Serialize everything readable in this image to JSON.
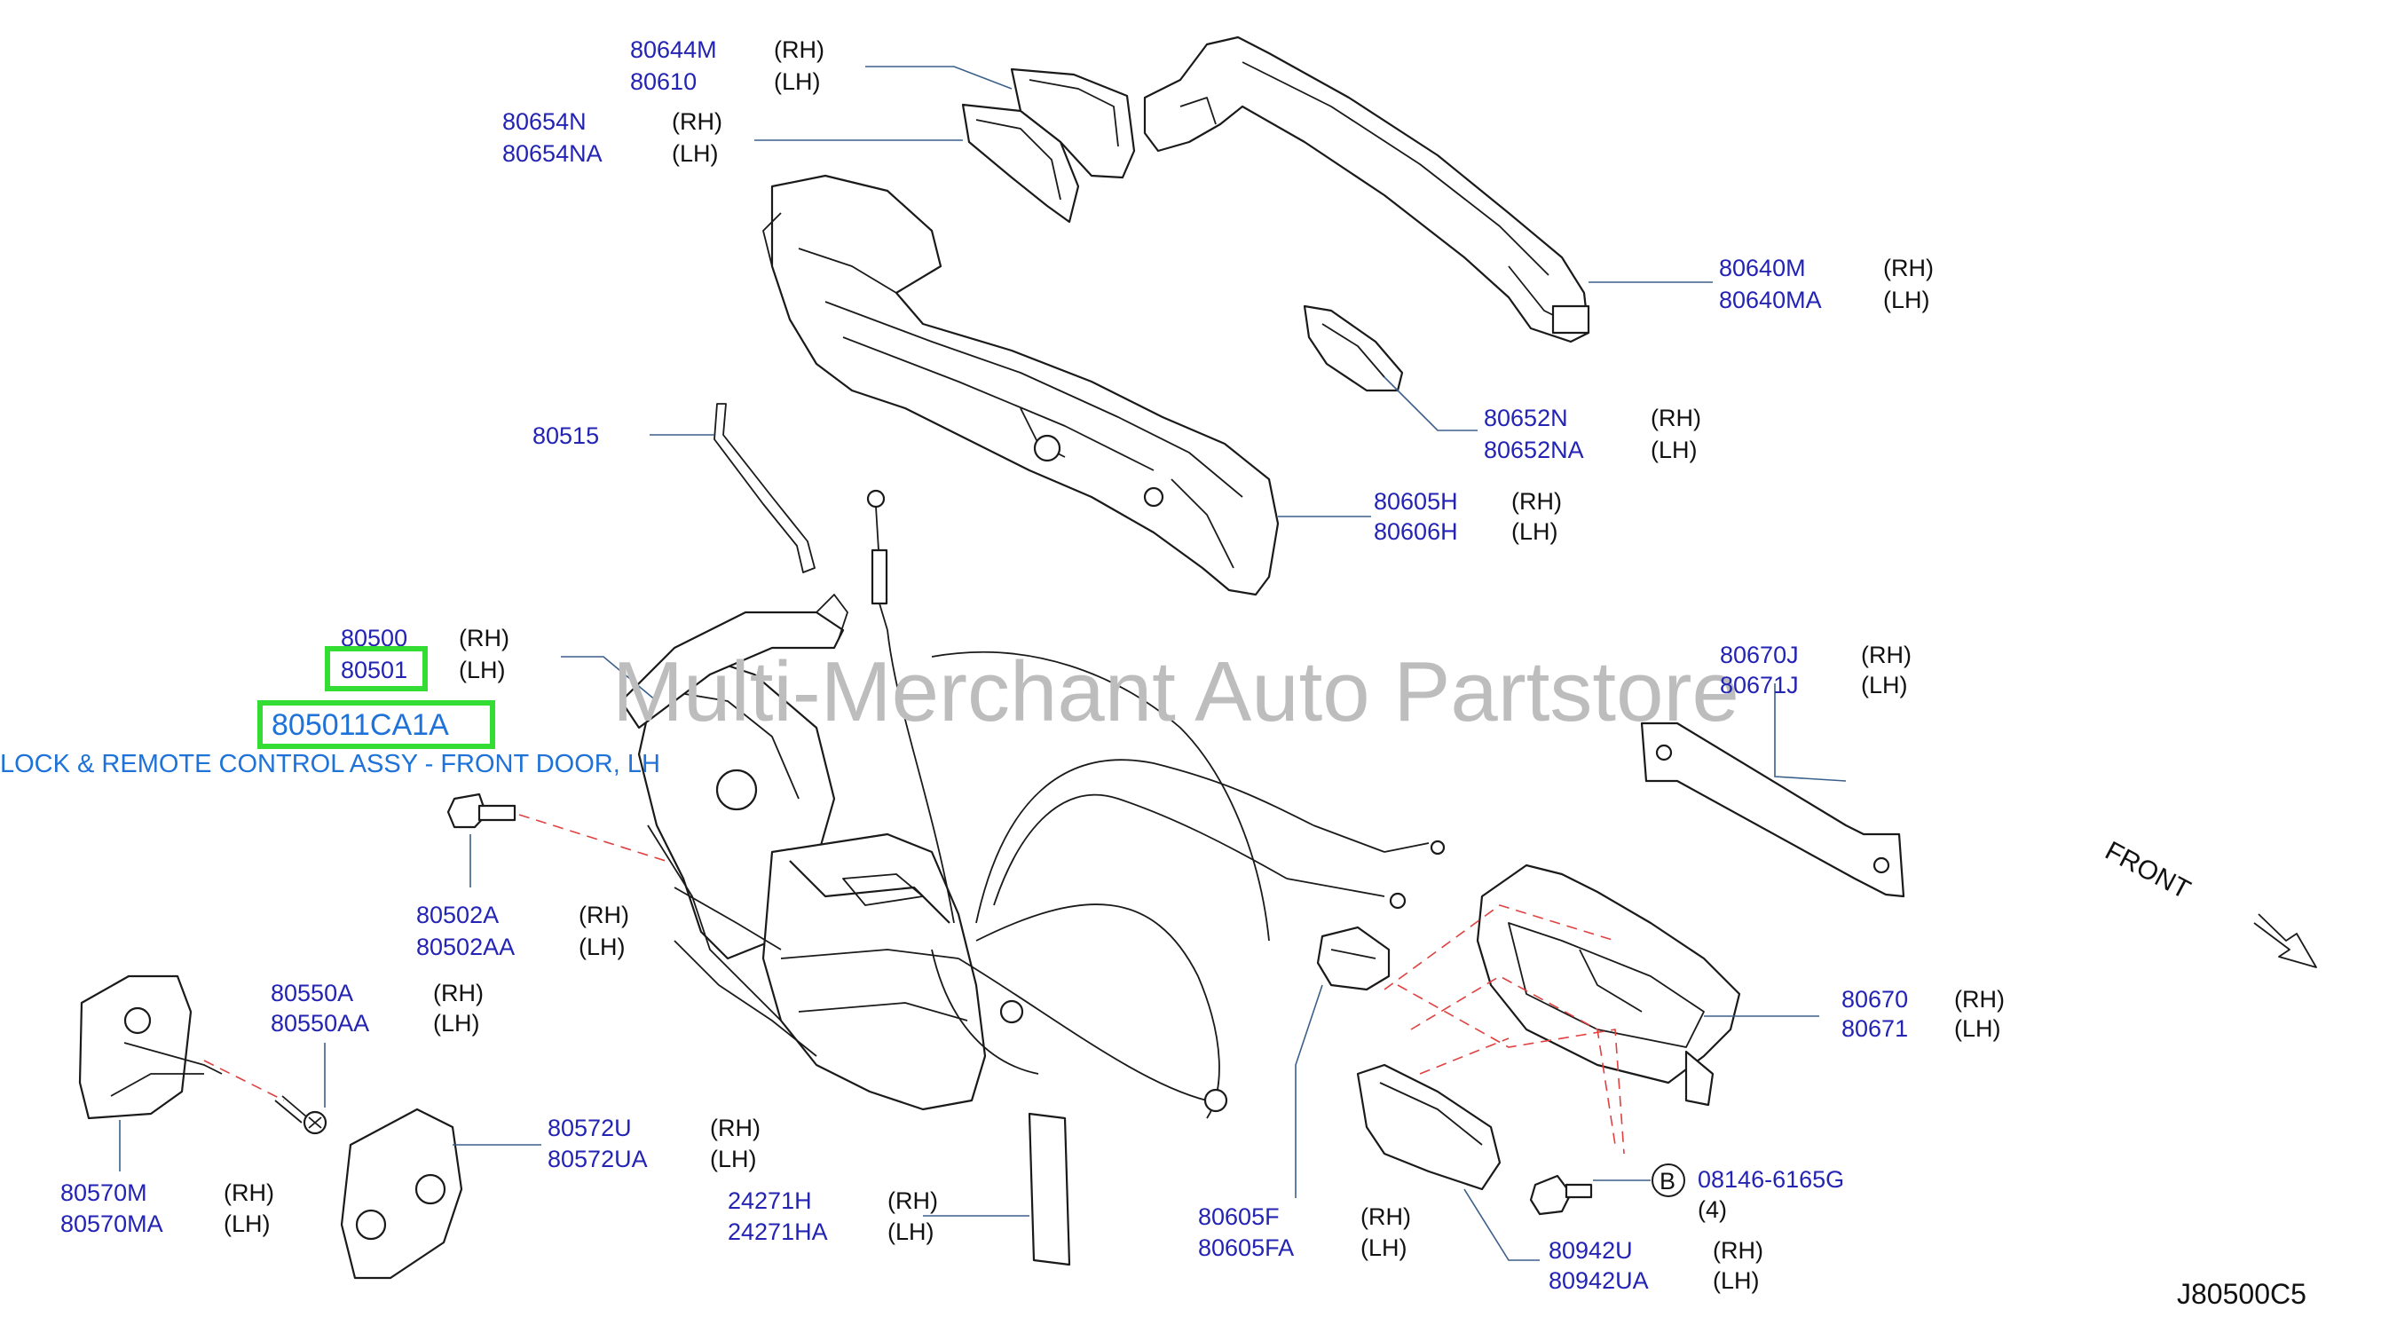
{
  "watermark": "Multi-Merchant Auto Partstore",
  "highlight": {
    "part_number": "805011CA1A",
    "description": "LOCK & REMOTE CONTROL ASSY - FRONT DOOR, LH",
    "color": "#33dd33"
  },
  "diagram_code": "J80500C5",
  "front_label": "FRONT",
  "circle_label": "B",
  "callouts": {
    "c80644": {
      "rh": "80644M",
      "lh": "80610",
      "rh_tag": "(RH)",
      "lh_tag": "(LH)"
    },
    "c80654": {
      "rh": "80654N",
      "lh": "80654NA",
      "rh_tag": "(RH)",
      "lh_tag": "(LH)"
    },
    "c80640": {
      "rh": "80640M",
      "lh": "80640MA",
      "rh_tag": "(RH)",
      "lh_tag": "(LH)"
    },
    "c80652": {
      "rh": "80652N",
      "lh": "80652NA",
      "rh_tag": "(RH)",
      "lh_tag": "(LH)"
    },
    "c80515": {
      "pn": "80515"
    },
    "c80605h": {
      "rh": "80605H",
      "lh": "80606H",
      "rh_tag": "(RH)",
      "lh_tag": "(LH)"
    },
    "c80500": {
      "rh": "80500",
      "lh": "80501",
      "rh_tag": "(RH)",
      "lh_tag": "(LH)"
    },
    "c80670j": {
      "rh": "80670J",
      "lh": "80671J",
      "rh_tag": "(RH)",
      "lh_tag": "(LH)"
    },
    "c80502": {
      "rh": "80502A",
      "lh": "80502AA",
      "rh_tag": "(RH)",
      "lh_tag": "(LH)"
    },
    "c80550": {
      "rh": "80550A",
      "lh": "80550AA",
      "rh_tag": "(RH)",
      "lh_tag": "(LH)"
    },
    "c80670": {
      "rh": "80670",
      "lh": "80671",
      "rh_tag": "(RH)",
      "lh_tag": "(LH)"
    },
    "c80572": {
      "rh": "80572U",
      "lh": "80572UA",
      "rh_tag": "(RH)",
      "lh_tag": "(LH)"
    },
    "c80570": {
      "rh": "80570M",
      "lh": "80570MA",
      "rh_tag": "(RH)",
      "lh_tag": "(LH)"
    },
    "c24271": {
      "rh": "24271H",
      "lh": "24271HA",
      "rh_tag": "(RH)",
      "lh_tag": "(LH)"
    },
    "c08146": {
      "pn": "08146-6165G",
      "qty": "(4)"
    },
    "c80605f": {
      "rh": "80605F",
      "lh": "80605FA",
      "rh_tag": "(RH)",
      "lh_tag": "(LH)"
    },
    "c80942": {
      "rh": "80942U",
      "lh": "80942UA",
      "rh_tag": "(RH)",
      "lh_tag": "(LH)"
    }
  }
}
